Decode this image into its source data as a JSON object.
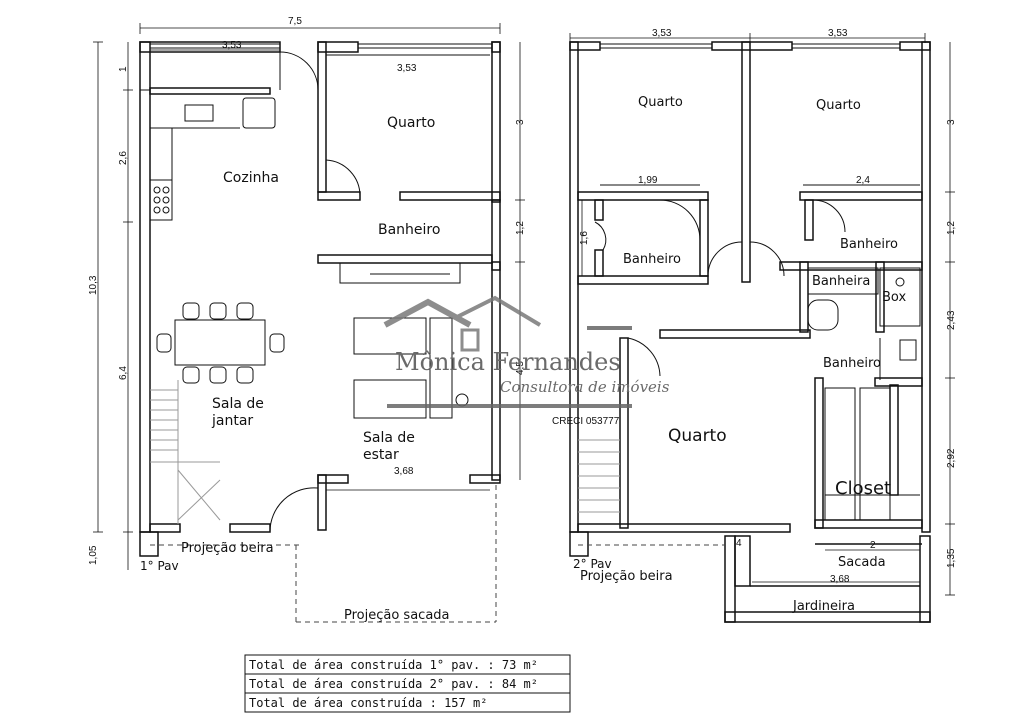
{
  "plan1": {
    "rooms": {
      "quarto": "Quarto",
      "cozinha": "Cozinha",
      "banheiro": "Banheiro",
      "sala_jantar_1": "Sala de",
      "sala_jantar_2": "jantar",
      "sala_estar_1": "Sala de",
      "sala_estar_2": "estar",
      "projecao_beira": "Projeção beira",
      "projecao_sacada": "Projeção sacada",
      "pav": "1° Pav"
    },
    "dims": {
      "top_total": "7,5",
      "top_left": "3,53",
      "quarto_width": "3,53",
      "estar_width": "3,68",
      "left_total": "10,3",
      "left_1": "1",
      "left_2": "2,6",
      "left_3": "6,4",
      "left_4": "1,05",
      "right_1": "3",
      "right_2": "1,2",
      "right_3": "4,5"
    }
  },
  "plan2": {
    "rooms": {
      "quarto_a": "Quarto",
      "quarto_b": "Quarto",
      "quarto_main": "Quarto",
      "banheiro_a": "Banheiro",
      "banheiro_b": "Banheiro",
      "banheiro_c": "Banheiro",
      "banheira": "Banheira",
      "box": "Box",
      "closet": "Closet",
      "sacada": "Sacada",
      "jardineira": "Jardineira",
      "projecao_beira": "Projeção beira",
      "pav": "2° Pav",
      "corner": "4"
    },
    "dims": {
      "top_a": "3,53",
      "top_b": "3,53",
      "inner_a": "1,99",
      "inner_b": "2,4",
      "left_1": "1,6",
      "sacada_w": "2",
      "jardineira_w": "3,68",
      "right_1": "3",
      "right_2": "1,2",
      "right_3": "2,43",
      "right_4": "2,92",
      "right_5": "1,35"
    }
  },
  "watermark": {
    "name": "Mônica Fernandes",
    "subtitle": "Consultora de imóveis",
    "creci": "CRECI 053777"
  },
  "totals": [
    "Total de área construída 1° pav. : 73 m²",
    "Total de área construída 2° pav. : 84 m²",
    "Total de área construída : 157 m²"
  ]
}
